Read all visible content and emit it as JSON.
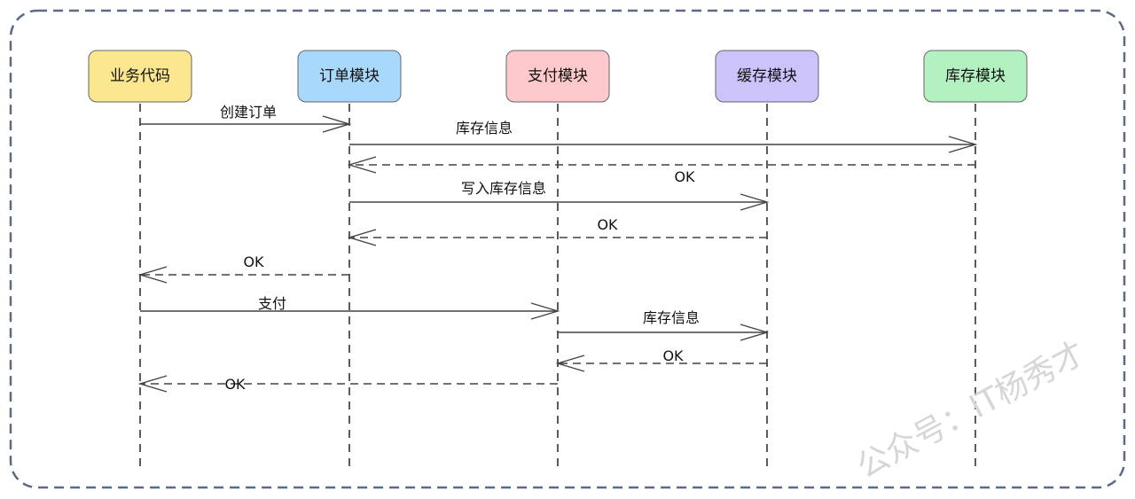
{
  "diagram_type": "sequence",
  "colors": {
    "frame_border": "#5b6b85",
    "lifeline": "#333333",
    "message": "#444444",
    "watermark": "#d6d6d6"
  },
  "participants": [
    {
      "id": "business",
      "label": "业务代码",
      "color": "#fbe790"
    },
    {
      "id": "order",
      "label": "订单模块",
      "color": "#a8d8fb"
    },
    {
      "id": "payment",
      "label": "支付模块",
      "color": "#fdc9cc"
    },
    {
      "id": "cache",
      "label": "缓存模块",
      "color": "#cdc3fb"
    },
    {
      "id": "inventory",
      "label": "库存模块",
      "color": "#b3f1c1"
    }
  ],
  "messages": [
    {
      "from": "business",
      "to": "order",
      "label": "创建订单",
      "style": "solid"
    },
    {
      "from": "order",
      "to": "inventory",
      "label": "库存信息",
      "style": "solid"
    },
    {
      "from": "inventory",
      "to": "order",
      "label": "OK",
      "style": "dashed"
    },
    {
      "from": "order",
      "to": "cache",
      "label": "写入库存信息",
      "style": "solid"
    },
    {
      "from": "cache",
      "to": "order",
      "label": "OK",
      "style": "dashed"
    },
    {
      "from": "order",
      "to": "business",
      "label": "OK",
      "style": "dashed"
    },
    {
      "from": "business",
      "to": "payment",
      "label": "支付",
      "style": "solid"
    },
    {
      "from": "payment",
      "to": "cache",
      "label": "库存信息",
      "style": "solid"
    },
    {
      "from": "cache",
      "to": "payment",
      "label": "OK",
      "style": "dashed"
    },
    {
      "from": "payment",
      "to": "business",
      "label": "OK",
      "style": "dashed"
    }
  ],
  "watermark": "公众号：IT杨秀才"
}
